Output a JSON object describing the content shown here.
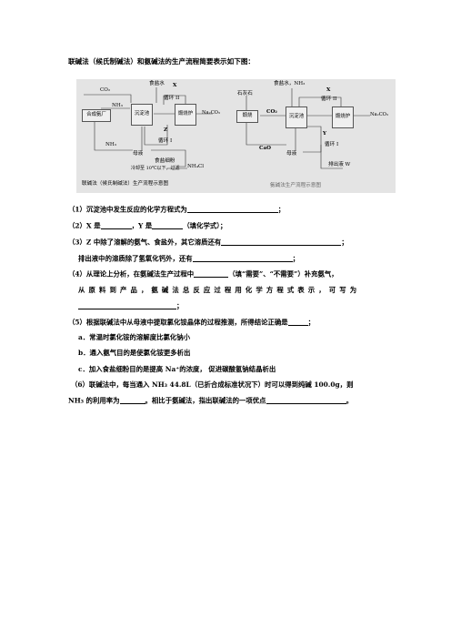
{
  "title": "联碱法（候氏制碱法）和氨碱法的生产流程简要表示如下图：",
  "diagram1": {
    "labels": {
      "co2": "CO₂",
      "salt_water": "食盐水",
      "x": "X",
      "cycle2": "循环 II",
      "nh3_a": "NH₃",
      "z": "Z",
      "cycle1": "循环 I",
      "nh3_b": "NH₃",
      "mother": "母液",
      "salt_powder": "食盐细粉",
      "cool": "冷却至 10℃以下，过滤",
      "na2co3": "Na₂CO₃",
      "nh4cl": "NH₄Cl"
    },
    "boxes": {
      "ammonia_plant": "合成氨厂",
      "sediment_pool": "沉淀池",
      "calciner": "煅烧炉"
    },
    "caption": "联碱法（候氏制碱法）生产流程示意图"
  },
  "diagram2": {
    "labels": {
      "limestone": "石灰石",
      "salt_water_nh3": "食盐水，NH₃",
      "x": "X",
      "cycle2": "循环 II",
      "co2": "CO₂",
      "y": "Y",
      "cao": "CaO",
      "cycle1": "循环 I",
      "mother": "母液",
      "discharge": "排出液 W",
      "na2co3": "Na₂CO₃"
    },
    "boxes": {
      "calciner_left": "煅烧",
      "sediment_pool": "沉淀池",
      "calciner_right": "煅烧炉"
    },
    "caption": "氨碱法生产流程示意图"
  },
  "questions": {
    "q1": "（1）沉淀池中发生反应的化学方程式为",
    "q1_end": "；",
    "q2_a": "（2）X 是",
    "q2_b": "，Y 是",
    "q2_c": "（填化学式）；",
    "q3_a": "（3）Z 中除了溶解的氨气、食盐外，其它溶质还有",
    "q3_end": "；",
    "q3_b": "排出液中的溶质除了氢氧化钙外，还有",
    "q3_b_end": "；",
    "q4_a": "（4）从理论上分析，在氨碱法生产过程中",
    "q4_b": "（填“需要”、“不需要”）补充氨气，",
    "q4_c": "从原料到产品，氨碱法总反应过程用化学方程式表示，可写为",
    "q4_end": "；",
    "q5": "（5）根据联碱法中从母液中提取氯化铵晶体的过程推测，所得结论正确是",
    "q5_end": "；",
    "opt_a": "a．常温时氯化铵的溶解度比氯化钠小",
    "opt_b": "b．通入氨气目的是使氯化铵更多析出",
    "opt_c": "c．加入食盐细粉目的是提高 Na⁺的浓度， 促进碳酸氢钠结晶析出",
    "q6_a": "（6）联碱法中，每当通入 NH₃ 44.8L（已折合成标准状况下）时可以得到纯碱 100.0g，则",
    "q6_b": "NH₃ 的利用率为",
    "q6_c": "。相比于氨碱法，指出联碱法的一项优点",
    "q6_end": "。"
  }
}
